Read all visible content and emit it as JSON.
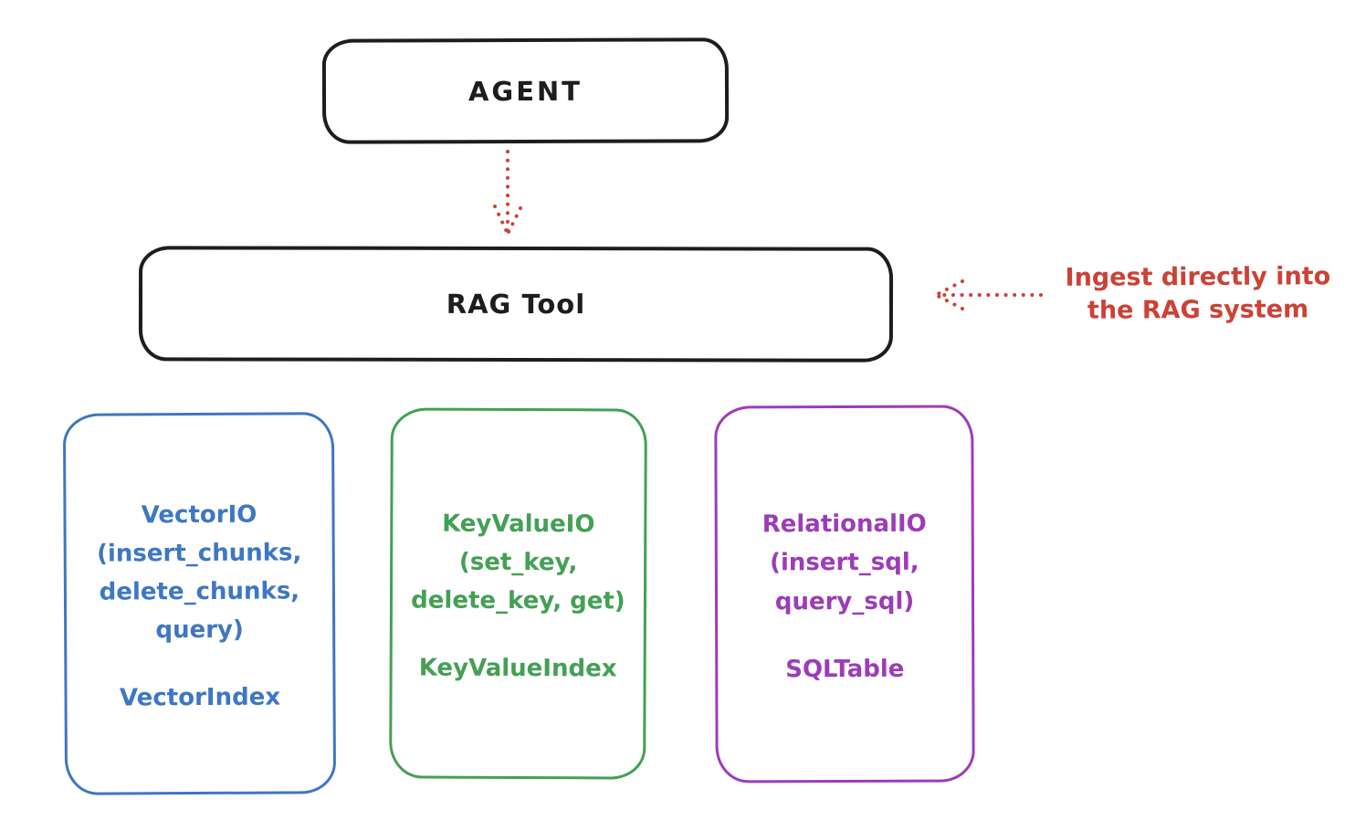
{
  "colors": {
    "background": "#ffffff",
    "ink": "#1d1d1d",
    "red": "#cb4237",
    "blue": "#3e77c2",
    "green": "#44a054",
    "purple": "#9c3cb8"
  },
  "nodes": {
    "agent": {
      "label": "AGENT"
    },
    "rag_tool": {
      "label": "RAG Tool"
    },
    "vector_io": {
      "body": "VectorIO\n(insert_chunks,\ndelete_chunks,\nquery)",
      "index": "VectorIndex",
      "color": "#3e77c2"
    },
    "key_value_io": {
      "body": "KeyValueIO\n(set_key,\ndelete_key, get)",
      "index": "KeyValueIndex",
      "color": "#44a054"
    },
    "relational_io": {
      "body": "RelationalIO\n(insert_sql,\nquery_sql)",
      "index": "SQLTable",
      "color": "#9c3cb8"
    }
  },
  "annotation": {
    "text": "Ingest directly into\nthe RAG system",
    "color": "#cb4237"
  },
  "arrows": [
    {
      "name": "agent-to-rag-tool",
      "direction": "down",
      "style": "dotted",
      "color": "#cb4237"
    },
    {
      "name": "ingest-annotation-to-rag-tool",
      "direction": "left",
      "style": "dotted",
      "color": "#cb4237"
    }
  ]
}
